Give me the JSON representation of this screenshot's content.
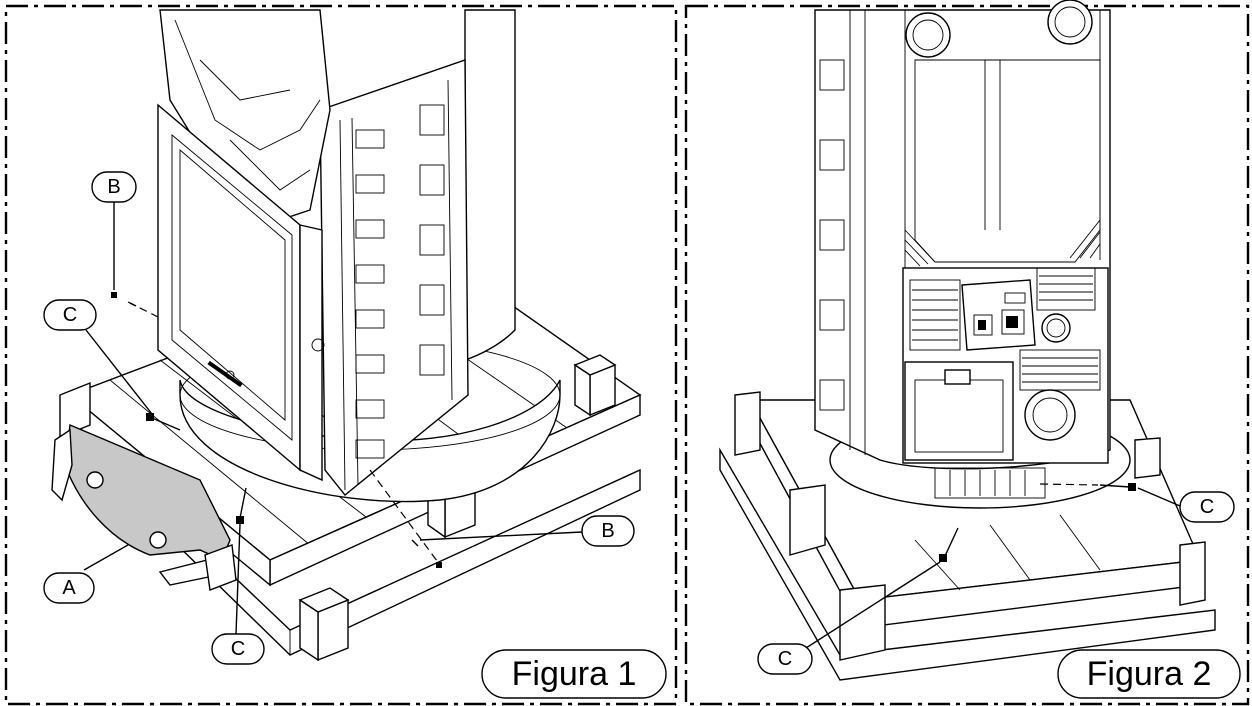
{
  "panels": [
    {
      "figure_label": "Figura 1",
      "callouts": {
        "a": "A",
        "b_top": "B",
        "b_right": "B",
        "c_left": "C",
        "c_bottom": "C"
      }
    },
    {
      "figure_label": "Figura 2",
      "callouts": {
        "c_right": "C",
        "c_bottom": "C"
      }
    }
  ]
}
